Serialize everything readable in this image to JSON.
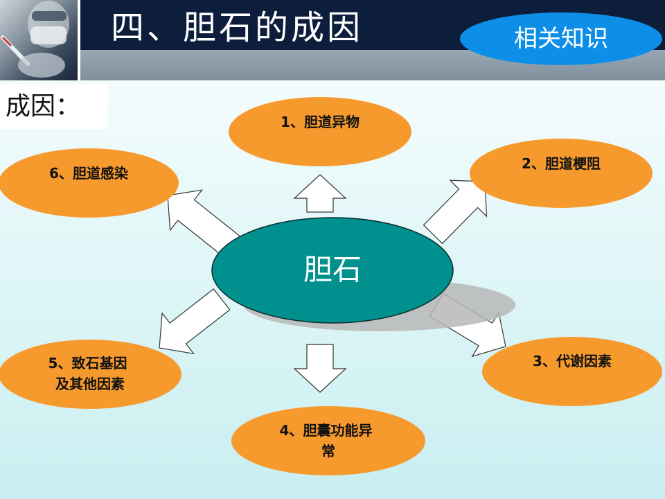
{
  "slide": {
    "title": "四、胆石的成因",
    "related_button": "相关知识",
    "section_label": "成因："
  },
  "diagram": {
    "center": "胆石",
    "causes": [
      {
        "lines": [
          "1、胆道异物"
        ]
      },
      {
        "lines": [
          "2、胆道梗阻"
        ]
      },
      {
        "lines": [
          "3、代谢因素"
        ]
      },
      {
        "lines": [
          "4、胆囊功能异",
          "常"
        ]
      },
      {
        "lines": [
          "5、致石基因",
          "及其他因素"
        ]
      },
      {
        "lines": [
          "6、胆道感染"
        ]
      }
    ]
  },
  "colors": {
    "header_navy": "#0d1e3c",
    "header_bar": "#8a98a6",
    "badge_blue": "#0d8fe8",
    "node_orange": "#f79a2e",
    "center_teal": "#00918e"
  }
}
